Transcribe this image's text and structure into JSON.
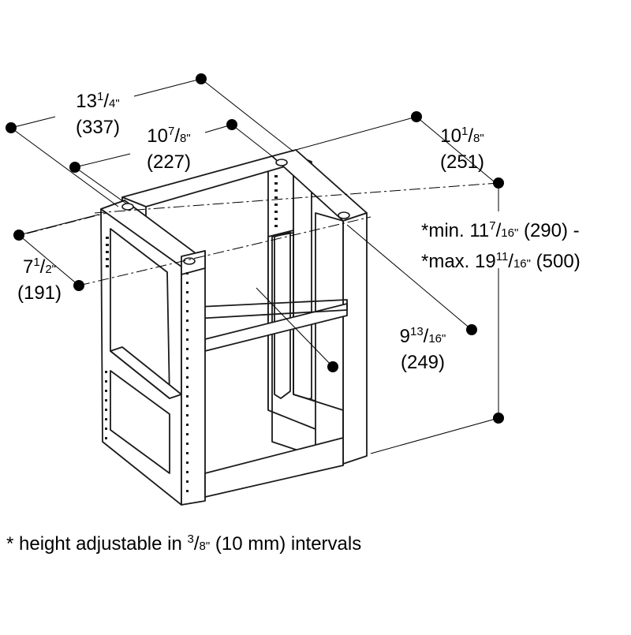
{
  "dimensions": {
    "width_outer": {
      "whole": "13",
      "num": "1",
      "den": "4\"",
      "metric": "(337)"
    },
    "width_inner": {
      "whole": "10",
      "num": "7",
      "den": "8\"",
      "metric": "(227)"
    },
    "depth_outer": {
      "whole": "10",
      "num": "1",
      "den": "8\"",
      "metric": "(251)"
    },
    "depth_inner": {
      "whole": "9",
      "num": "13",
      "den": "16\"",
      "metric": "(249)"
    },
    "side_depth": {
      "whole": "7",
      "num": "1",
      "den": "2\"",
      "metric": "(191)"
    },
    "height_min": {
      "prefix": "*min. 11",
      "num": "7",
      "den": "16\"",
      "suffix": " (290) -"
    },
    "height_max": {
      "prefix": "*max. 19",
      "num": "11",
      "den": "16\"",
      "suffix": " (500)"
    }
  },
  "footnote": {
    "prefix": "* height adjustable in ",
    "num": "3",
    "den": "8\"",
    "suffix": " (10 mm) intervals"
  },
  "colors": {
    "line": "#000000",
    "frame_fill": "#ffffff",
    "frame_stroke": "#1a1a1a"
  }
}
